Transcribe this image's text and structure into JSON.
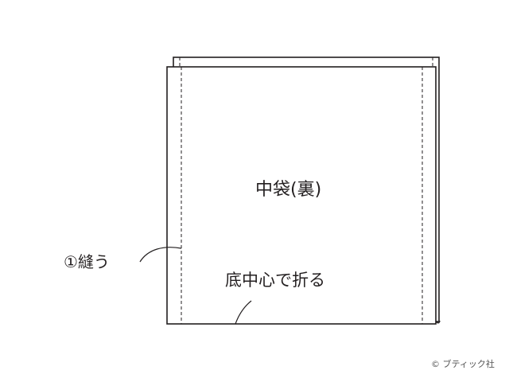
{
  "labels": {
    "inner_bag": "中袋(裏)",
    "sew_step": "①縫う",
    "fold_instruction": "底中心で折る"
  },
  "credit": {
    "copyright": "© ブティック社"
  },
  "colors": {
    "line": "#231f20",
    "background": "#ffffff"
  }
}
